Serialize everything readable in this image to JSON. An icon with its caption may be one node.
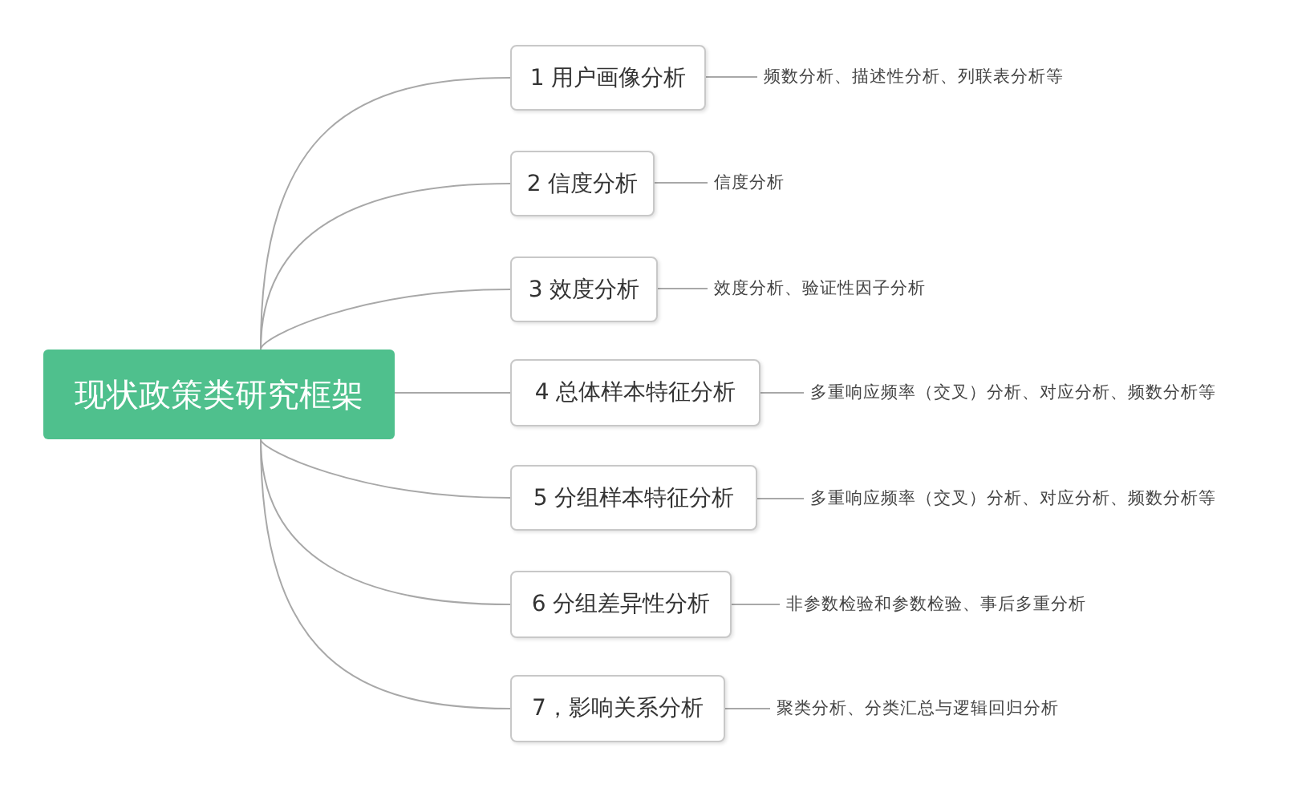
{
  "diagram": {
    "nodes": [
      {
        "text": [
          "现状政策类研究框架"
        ]
      },
      {
        "text": [
          "1 用户画像分析"
        ]
      },
      {
        "text": [
          "2 信度分析"
        ]
      },
      {
        "text": [
          "3 效度分析"
        ]
      },
      {
        "text": [
          "4 总体样本特征分析"
        ]
      },
      {
        "text": [
          "5 分组样本特征分析"
        ]
      },
      {
        "text": [
          "6 分组差异性分析"
        ]
      },
      {
        "text": [
          "7，影响关系分析"
        ]
      },
      {
        "text": [
          "频数分析、描述性分析、列联表分析等"
        ]
      },
      {
        "text": [
          "信度分析"
        ]
      },
      {
        "text": [
          "效度分析、验证性因子分析"
        ]
      },
      {
        "text": [
          "多重响应频率（交叉）分析、对应分析、频数分析等"
        ]
      },
      {
        "text": [
          "多重响应频率（交叉）分析、对应分析、频数分析等"
        ]
      },
      {
        "text": [
          "非参数检验和参数检验、事后多重分析"
        ]
      },
      {
        "text": [
          "聚类分析、分类汇总与逻辑回归分析"
        ]
      }
    ],
    "edges": [
      {
        "from": 0,
        "to": 1,
        "arrow": "none"
      },
      {
        "from": 0,
        "to": 2,
        "arrow": "none"
      },
      {
        "from": 0,
        "to": 3,
        "arrow": "none"
      },
      {
        "from": 0,
        "to": 4,
        "arrow": "none"
      },
      {
        "from": 0,
        "to": 5,
        "arrow": "none"
      },
      {
        "from": 0,
        "to": 6,
        "arrow": "none"
      },
      {
        "from": 0,
        "to": 7,
        "arrow": "none"
      },
      {
        "from": 1,
        "to": 8,
        "arrow": "none"
      },
      {
        "from": 2,
        "to": 9,
        "arrow": "none"
      },
      {
        "from": 3,
        "to": 10,
        "arrow": "none"
      },
      {
        "from": 4,
        "to": 11,
        "arrow": "none"
      },
      {
        "from": 5,
        "to": 12,
        "arrow": "none"
      },
      {
        "from": 6,
        "to": 13,
        "arrow": "none"
      },
      {
        "from": 7,
        "to": 14,
        "arrow": "none"
      }
    ]
  }
}
